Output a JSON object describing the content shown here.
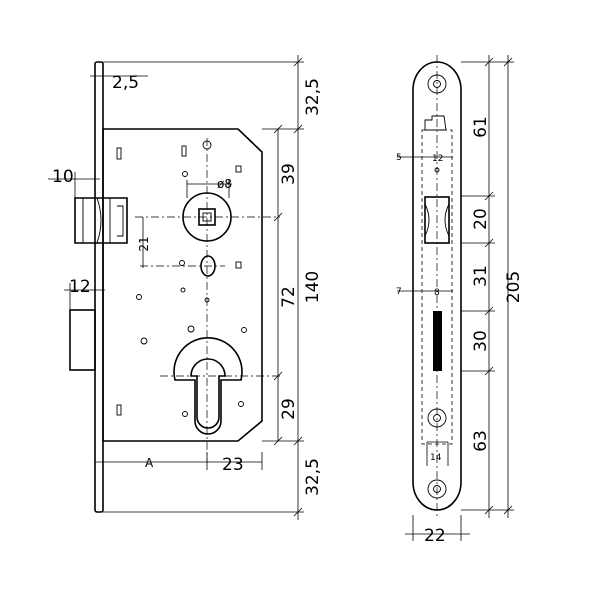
{
  "front_view": {
    "dimensions": {
      "faceplate_thickness": "2,5",
      "top_offset": "32,5",
      "latch_projection": "10",
      "spindle_to_top": "39",
      "spindle_diameter": "ø8",
      "spindle_offset": "21",
      "bolt_projection": "12",
      "spindle_to_cylinder": "72",
      "case_height": "140",
      "cylinder_to_bottom": "29",
      "backset_label": "A",
      "cylinder_offset": "23",
      "bottom_offset": "32,5"
    }
  },
  "side_view": {
    "dimensions": {
      "upper_section": "61",
      "latch_inset": "5",
      "latch_width": "12",
      "latch_height": "20",
      "latch_to_bolt": "31",
      "overall_height": "205",
      "bolt_inset": "7",
      "bolt_width": "8",
      "bolt_height": "30",
      "lower_section": "63",
      "screw_spacing": "14",
      "faceplate_width": "22"
    }
  }
}
